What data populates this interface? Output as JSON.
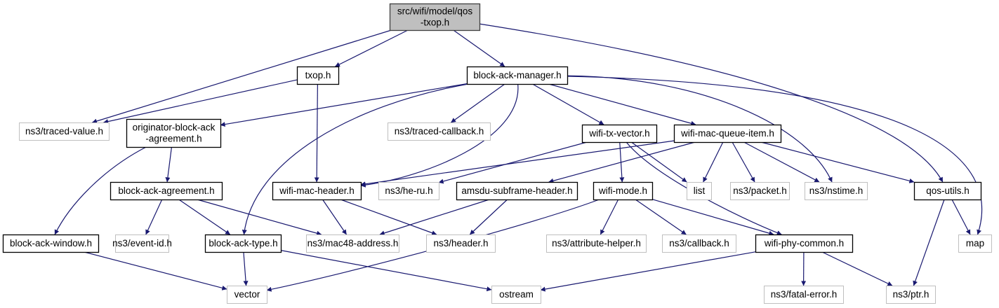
{
  "title": "src/wifi/model/qos-txop.h include dependency graph",
  "colors": {
    "edge": "#191970",
    "root_fill": "#bfbfbf",
    "documented_border": "#000000",
    "external_border": "#bfbfbf"
  },
  "nodes": [
    {
      "id": "qos-txop",
      "lines": [
        "src/wifi/model/qos",
        "-txop.h"
      ],
      "kind": "root"
    },
    {
      "id": "txop",
      "lines": [
        "txop.h"
      ],
      "kind": "documented"
    },
    {
      "id": "block-ack-manager",
      "lines": [
        "block-ack-manager.h"
      ],
      "kind": "documented"
    },
    {
      "id": "traced-value",
      "lines": [
        "ns3/traced-value.h"
      ],
      "kind": "external"
    },
    {
      "id": "originator-block-ack-agreement",
      "lines": [
        "originator-block-ack",
        "-agreement.h"
      ],
      "kind": "documented"
    },
    {
      "id": "traced-callback",
      "lines": [
        "ns3/traced-callback.h"
      ],
      "kind": "external"
    },
    {
      "id": "wifi-tx-vector",
      "lines": [
        "wifi-tx-vector.h"
      ],
      "kind": "documented"
    },
    {
      "id": "wifi-mac-queue-item",
      "lines": [
        "wifi-mac-queue-item.h"
      ],
      "kind": "documented"
    },
    {
      "id": "block-ack-agreement",
      "lines": [
        "block-ack-agreement.h"
      ],
      "kind": "documented"
    },
    {
      "id": "wifi-mac-header",
      "lines": [
        "wifi-mac-header.h"
      ],
      "kind": "documented"
    },
    {
      "id": "he-ru",
      "lines": [
        "ns3/he-ru.h"
      ],
      "kind": "external"
    },
    {
      "id": "amsdu-subframe-header",
      "lines": [
        "amsdu-subframe-header.h"
      ],
      "kind": "documented"
    },
    {
      "id": "wifi-mode",
      "lines": [
        "wifi-mode.h"
      ],
      "kind": "documented"
    },
    {
      "id": "list",
      "lines": [
        "list"
      ],
      "kind": "external"
    },
    {
      "id": "packet",
      "lines": [
        "ns3/packet.h"
      ],
      "kind": "external"
    },
    {
      "id": "nstime",
      "lines": [
        "ns3/nstime.h"
      ],
      "kind": "external"
    },
    {
      "id": "qos-utils",
      "lines": [
        "qos-utils.h"
      ],
      "kind": "documented"
    },
    {
      "id": "block-ack-window",
      "lines": [
        "block-ack-window.h"
      ],
      "kind": "documented"
    },
    {
      "id": "event-id",
      "lines": [
        "ns3/event-id.h"
      ],
      "kind": "external"
    },
    {
      "id": "block-ack-type",
      "lines": [
        "block-ack-type.h"
      ],
      "kind": "documented"
    },
    {
      "id": "mac48-address",
      "lines": [
        "ns3/mac48-address.h"
      ],
      "kind": "external"
    },
    {
      "id": "header",
      "lines": [
        "ns3/header.h"
      ],
      "kind": "external"
    },
    {
      "id": "attribute-helper",
      "lines": [
        "ns3/attribute-helper.h"
      ],
      "kind": "external"
    },
    {
      "id": "callback",
      "lines": [
        "ns3/callback.h"
      ],
      "kind": "external"
    },
    {
      "id": "wifi-phy-common",
      "lines": [
        "wifi-phy-common.h"
      ],
      "kind": "documented"
    },
    {
      "id": "map",
      "lines": [
        "map"
      ],
      "kind": "external"
    },
    {
      "id": "vector",
      "lines": [
        "vector"
      ],
      "kind": "external"
    },
    {
      "id": "ostream",
      "lines": [
        "ostream"
      ],
      "kind": "external"
    },
    {
      "id": "fatal-error",
      "lines": [
        "ns3/fatal-error.h"
      ],
      "kind": "external"
    },
    {
      "id": "ptr",
      "lines": [
        "ns3/ptr.h"
      ],
      "kind": "external"
    }
  ],
  "edges": [
    [
      "qos-txop",
      "txop"
    ],
    [
      "qos-txop",
      "block-ack-manager"
    ],
    [
      "qos-txop",
      "traced-value"
    ],
    [
      "qos-txop",
      "qos-utils"
    ],
    [
      "txop",
      "traced-value"
    ],
    [
      "txop",
      "wifi-mac-header"
    ],
    [
      "block-ack-manager",
      "originator-block-ack-agreement"
    ],
    [
      "block-ack-manager",
      "traced-callback"
    ],
    [
      "block-ack-manager",
      "wifi-tx-vector"
    ],
    [
      "block-ack-manager",
      "wifi-mac-queue-item"
    ],
    [
      "block-ack-manager",
      "wifi-mac-header"
    ],
    [
      "block-ack-manager",
      "block-ack-type"
    ],
    [
      "block-ack-manager",
      "nstime"
    ],
    [
      "block-ack-manager",
      "map"
    ],
    [
      "originator-block-ack-agreement",
      "block-ack-agreement"
    ],
    [
      "originator-block-ack-agreement",
      "block-ack-window"
    ],
    [
      "block-ack-agreement",
      "event-id"
    ],
    [
      "block-ack-agreement",
      "block-ack-type"
    ],
    [
      "block-ack-agreement",
      "mac48-address"
    ],
    [
      "wifi-tx-vector",
      "wifi-mode"
    ],
    [
      "wifi-tx-vector",
      "he-ru"
    ],
    [
      "wifi-tx-vector",
      "list"
    ],
    [
      "wifi-tx-vector",
      "wifi-phy-common"
    ],
    [
      "wifi-mac-queue-item",
      "wifi-mac-header"
    ],
    [
      "wifi-mac-queue-item",
      "amsdu-subframe-header"
    ],
    [
      "wifi-mac-queue-item",
      "list"
    ],
    [
      "wifi-mac-queue-item",
      "packet"
    ],
    [
      "wifi-mac-queue-item",
      "nstime"
    ],
    [
      "wifi-mac-queue-item",
      "qos-utils"
    ],
    [
      "wifi-mac-header",
      "mac48-address"
    ],
    [
      "wifi-mac-header",
      "header"
    ],
    [
      "amsdu-subframe-header",
      "mac48-address"
    ],
    [
      "amsdu-subframe-header",
      "header"
    ],
    [
      "wifi-mode",
      "attribute-helper"
    ],
    [
      "wifi-mode",
      "callback"
    ],
    [
      "wifi-mode",
      "wifi-phy-common"
    ],
    [
      "wifi-mode",
      "vector"
    ],
    [
      "qos-utils",
      "map"
    ],
    [
      "qos-utils",
      "ptr"
    ],
    [
      "block-ack-window",
      "vector"
    ],
    [
      "block-ack-type",
      "vector"
    ],
    [
      "block-ack-type",
      "ostream"
    ],
    [
      "wifi-phy-common",
      "ostream"
    ],
    [
      "wifi-phy-common",
      "fatal-error"
    ],
    [
      "wifi-phy-common",
      "ptr"
    ]
  ]
}
